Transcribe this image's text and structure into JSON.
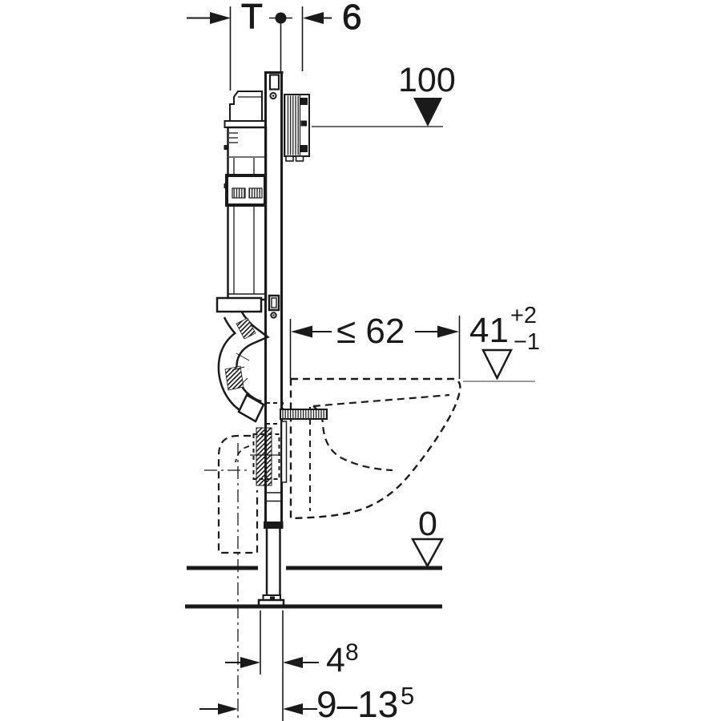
{
  "colors": {
    "line": "#1a1a1a",
    "level_line_100": "#3a3a3a",
    "level_line_41": "#9a9a9a",
    "background": "#ffffff"
  },
  "labels": {
    "dim_t": "T",
    "dim_6": "6",
    "level_100": "100",
    "dim_max_62": "≤ 62",
    "level_41": "41",
    "level_41_plus": "+2",
    "level_41_minus": "−1",
    "level_0": "0",
    "dim_4": "4",
    "dim_4_note": "8",
    "dim_9_13": "9–13",
    "dim_9_13_note": "5"
  }
}
